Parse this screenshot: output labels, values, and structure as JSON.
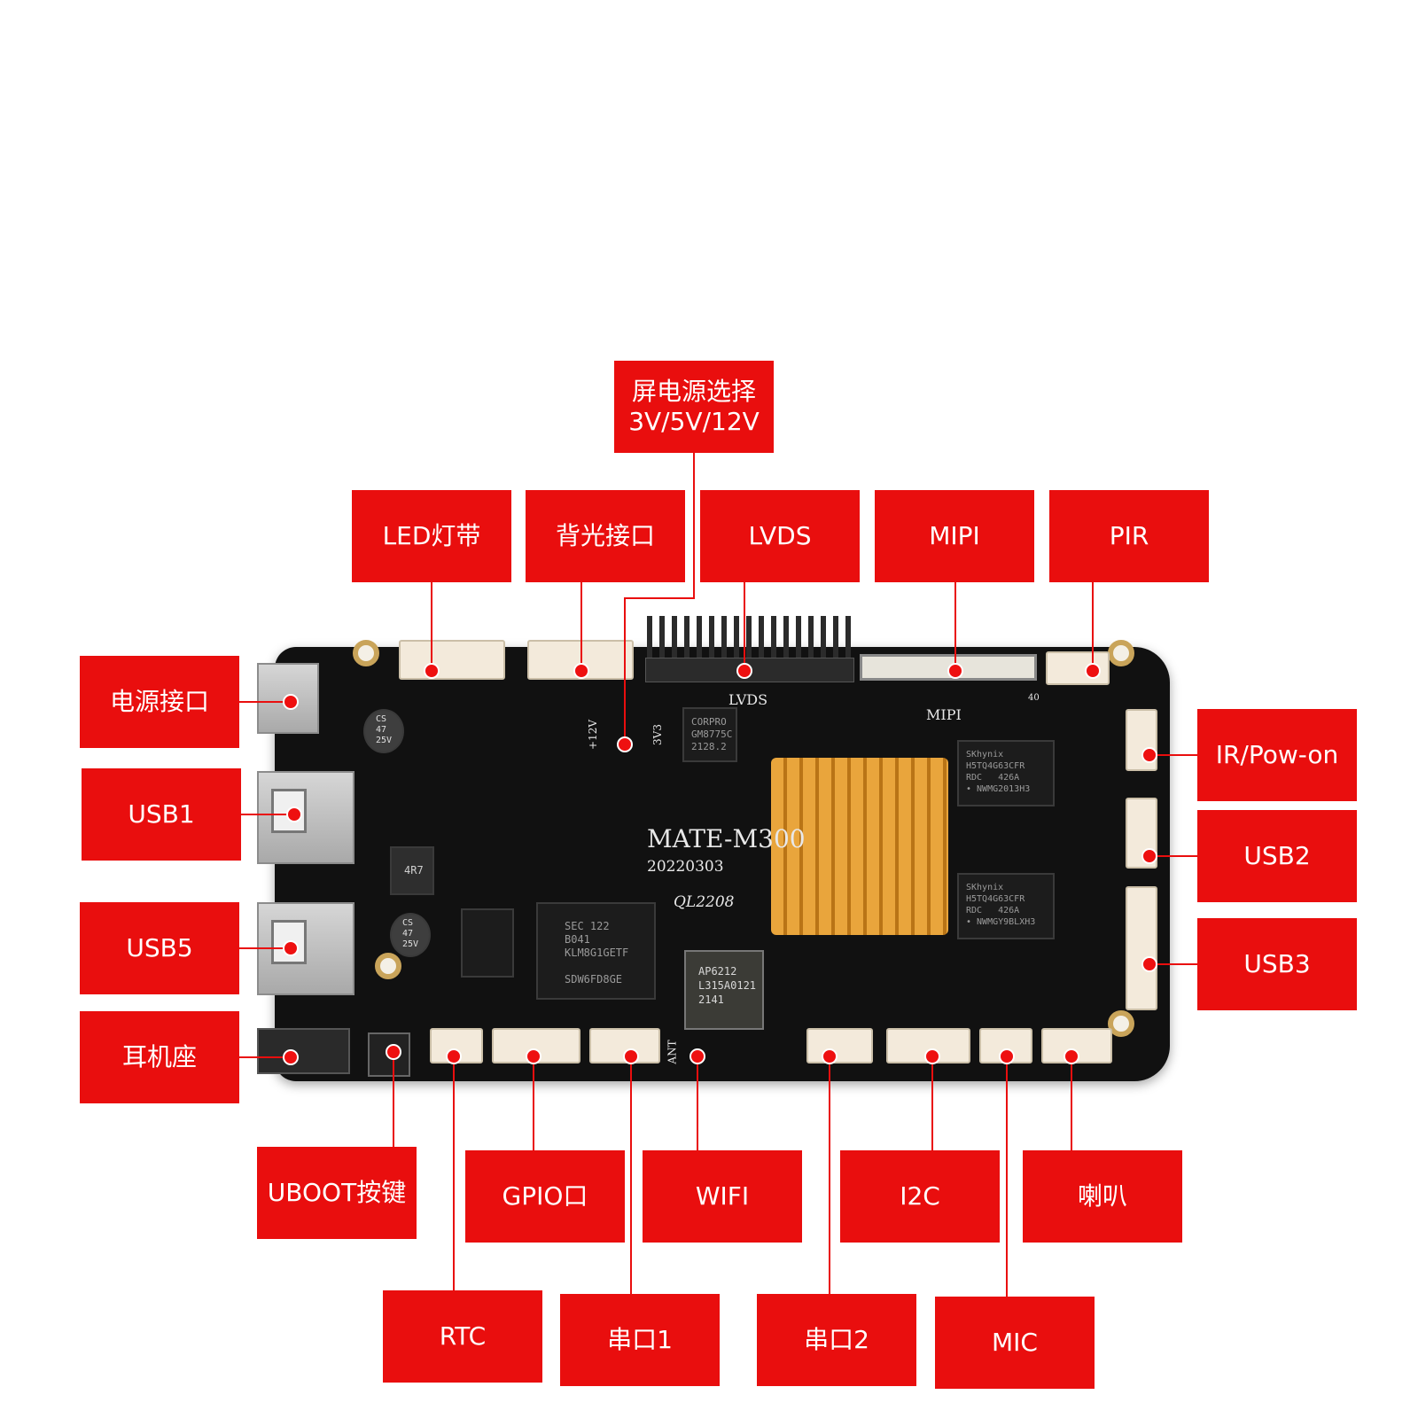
{
  "diagram": {
    "accent_color": "#e90e0e",
    "board_silkscreen": {
      "model": "MATE-M300",
      "date": "20220303",
      "lot": "QL2208",
      "lvds": "LVDS",
      "mipi": "MIPI",
      "rail_12v": "+12V",
      "rail_3v3": "3V3",
      "ant": "ANT",
      "pin_40": "40"
    },
    "chips": {
      "bridge": "CORPRO\nGM8775C\n2128.2",
      "ram_top": "SKhynix\nH5TQ4G63CFR\nRDC   426A\n• NWMG2013H3",
      "ram_bottom": "SKhynix\nH5TQ4G63CFR\nRDC   426A\n• NWMGY9BLXH3",
      "emmc": "SEC 122\nB041\nKLM8G1GETF\n\nSDW6FD8GE",
      "wifi": "AP6212\nL315A0121\n2141",
      "cap_1": "CS\n47\n25V",
      "cap_2": "CS\n47\n25V",
      "inductor": "4R7"
    },
    "labels": [
      {
        "name": "screen-power-select",
        "text": "屏电源选择\n3V/5V/12V"
      },
      {
        "name": "led-strip",
        "text": "LED灯带"
      },
      {
        "name": "backlight-port",
        "text": "背光接口"
      },
      {
        "name": "lvds",
        "text": "LVDS"
      },
      {
        "name": "mipi",
        "text": "MIPI"
      },
      {
        "name": "pir",
        "text": "PIR"
      },
      {
        "name": "power-port",
        "text": "电源接口"
      },
      {
        "name": "usb1",
        "text": "USB1"
      },
      {
        "name": "usb5",
        "text": "USB5"
      },
      {
        "name": "headphone-jack",
        "text": "耳机座"
      },
      {
        "name": "ir-pow-on",
        "text": "IR/Pow-on"
      },
      {
        "name": "usb2",
        "text": "USB2"
      },
      {
        "name": "usb3",
        "text": "USB3"
      },
      {
        "name": "uboot-key",
        "text": "UBOOT按键"
      },
      {
        "name": "gpio-port",
        "text": "GPIO口"
      },
      {
        "name": "wifi",
        "text": "WIFI"
      },
      {
        "name": "i2c",
        "text": "I2C"
      },
      {
        "name": "speaker",
        "text": "喇叭"
      },
      {
        "name": "rtc",
        "text": "RTC"
      },
      {
        "name": "serial-1",
        "text": "串口1"
      },
      {
        "name": "serial-2",
        "text": "串口2"
      },
      {
        "name": "mic",
        "text": "MIC"
      }
    ]
  }
}
